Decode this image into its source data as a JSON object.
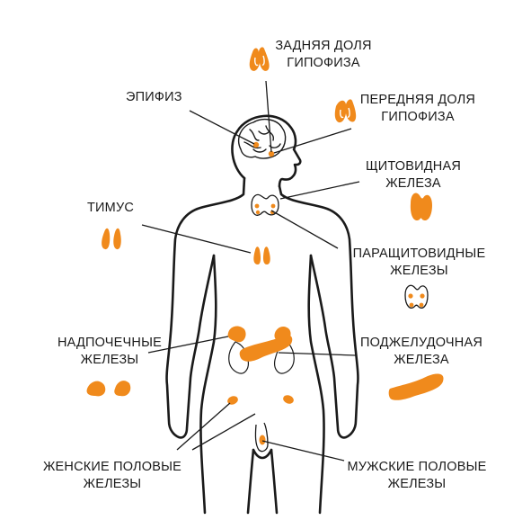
{
  "colors": {
    "organ": "#F08A1C",
    "organ_dark": "#E07A10",
    "outline": "#1a1a1a",
    "background": "#ffffff"
  },
  "labels": {
    "posterior_pituitary": {
      "line1": "ЗАДНЯЯ ДОЛЯ",
      "line2": "ГИПОФИЗА"
    },
    "pineal": {
      "line1": "ЭПИФИЗ"
    },
    "anterior_pituitary": {
      "line1": "ПЕРЕДНЯЯ ДОЛЯ",
      "line2": "ГИПОФИЗА"
    },
    "thyroid": {
      "line1": "ЩИТОВИДНАЯ",
      "line2": "ЖЕЛЕЗА"
    },
    "thymus": {
      "line1": "ТИМУС"
    },
    "parathyroid": {
      "line1": "ПАРАЩИТОВИДНЫЕ",
      "line2": "ЖЕЛЕЗЫ"
    },
    "adrenal": {
      "line1": "НАДПОЧЕЧНЫЕ",
      "line2": "ЖЕЛЕЗЫ"
    },
    "pancreas": {
      "line1": "ПОДЖЕЛУДОЧНАЯ",
      "line2": "ЖЕЛЕЗА"
    },
    "female_gonads": {
      "line1": "ЖЕНСКИЕ ПОЛОВЫЕ",
      "line2": "ЖЕЛЕЗЫ"
    },
    "male_gonads": {
      "line1": "МУЖСКИЕ ПОЛОВЫЕ",
      "line2": "ЖЕЛЕЗЫ"
    }
  },
  "icons": [
    "posterior-pituitary-icon",
    "anterior-pituitary-icon",
    "thyroid-icon",
    "thymus-icon",
    "parathyroid-icon",
    "adrenal-icon",
    "pancreas-icon"
  ]
}
